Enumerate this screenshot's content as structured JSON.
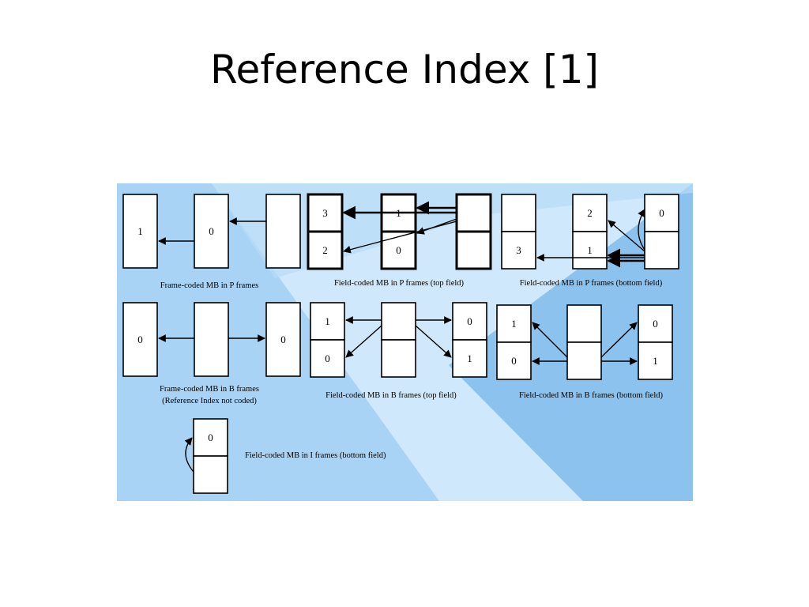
{
  "slide": {
    "title": "Reference Index [1]"
  },
  "colors": {
    "panel_light": "#cfe8fb",
    "panel_mid": "#a9d3f5",
    "panel_dark": "#8cc2ee"
  },
  "diagram": {
    "frame_p": {
      "caption": "Frame-coded MB in P frames",
      "labels": [
        "1",
        "0"
      ]
    },
    "field_p_top": {
      "caption": "Field-coded MB in P frames (top field)",
      "labels": [
        "3",
        "2",
        "1",
        "0"
      ]
    },
    "field_p_bottom": {
      "caption": "Field-coded MB in P frames (bottom field)",
      "labels": [
        "3",
        "2",
        "1",
        "0"
      ]
    },
    "frame_b": {
      "caption_line1": "Frame-coded MB in B frames",
      "caption_line2": "(Reference Index not coded)",
      "labels": [
        "0",
        "0"
      ]
    },
    "field_b_top": {
      "caption": "Field-coded MB in B frames (top field)",
      "labels": [
        "1",
        "0",
        "0",
        "1"
      ]
    },
    "field_b_bottom": {
      "caption": "Field-coded MB in B frames (bottom field)",
      "labels": [
        "1",
        "0",
        "0",
        "1"
      ]
    },
    "field_i_bottom": {
      "caption": "Field-coded MB in I frames (bottom field)",
      "labels": [
        "0"
      ]
    }
  }
}
